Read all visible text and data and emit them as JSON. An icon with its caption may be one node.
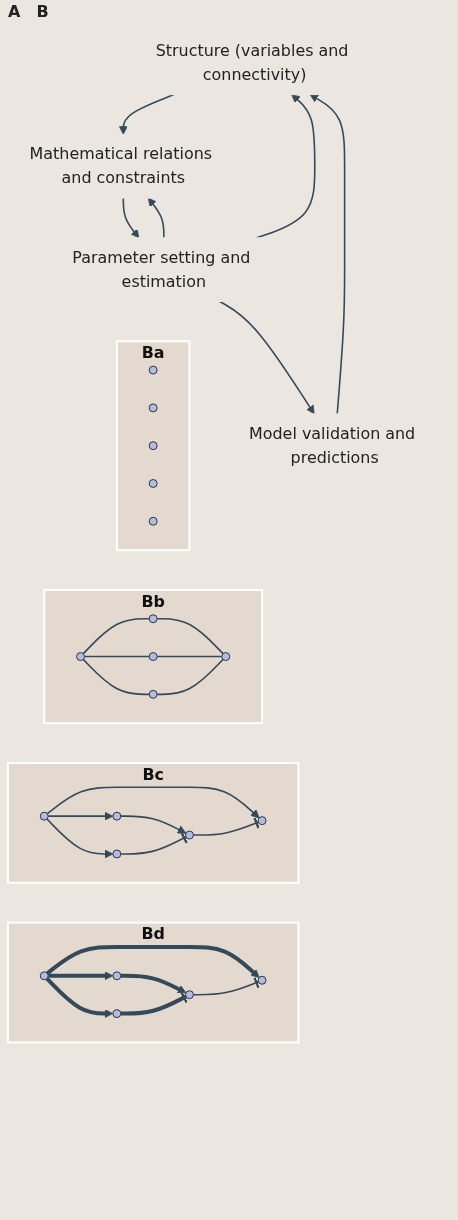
{
  "diagram": {
    "nodes": [
      {
        "text": [
          "Structure (variables and connectivity)"
        ]
      },
      {
        "text": [
          "Mathematical relations and constraints"
        ]
      },
      {
        "text": [
          "Model validation and predictions"
        ]
      },
      {
        "text": [
          "Parameter setting and estimation"
        ]
      },
      {
        "text": [
          "Ba"
        ]
      },
      {
        "text": [],
        "shape": "circle",
        "in": 4
      },
      {
        "text": [],
        "shape": "circle",
        "in": 4
      },
      {
        "text": [],
        "shape": "circle",
        "in": 4
      },
      {
        "text": [],
        "shape": "circle",
        "in": 4
      },
      {
        "text": [],
        "shape": "circle",
        "in": 4
      },
      {
        "text": [
          "Bb"
        ]
      },
      {
        "text": [],
        "shape": "circle",
        "in": 10
      },
      {
        "text": [],
        "shape": "circle",
        "in": 10
      },
      {
        "text": [],
        "shape": "circle",
        "in": 10
      },
      {
        "text": [],
        "shape": "circle",
        "in": 10
      },
      {
        "text": [],
        "shape": "circle",
        "in": 10
      },
      {
        "text": [
          "Bc"
        ]
      },
      {
        "text": [],
        "shape": "circle",
        "in": 16
      },
      {
        "text": [],
        "shape": "circle",
        "in": 16
      },
      {
        "text": [],
        "shape": "circle",
        "in": 16
      },
      {
        "text": [],
        "shape": "circle",
        "in": 16
      },
      {
        "text": [],
        "shape": "circle",
        "in": 16
      },
      {
        "text": [
          "Bd"
        ]
      },
      {
        "text": [],
        "shape": "circle",
        "in": 22
      },
      {
        "text": [],
        "shape": "circle",
        "in": 22
      },
      {
        "text": [],
        "shape": "circle",
        "in": 22
      },
      {
        "text": [],
        "shape": "circle",
        "in": 22
      },
      {
        "text": [],
        "shape": "circle",
        "in": 22
      }
    ],
    "edges": [
      {
        "from": 0,
        "to": 1,
        "arrow": "to"
      },
      {
        "from": 1,
        "to": 3,
        "arrow": "to"
      },
      {
        "from": 3,
        "to": 1,
        "arrow": "to"
      },
      {
        "from": 3,
        "to": 0,
        "arrow": "to"
      },
      {
        "from": 3,
        "to": 2,
        "arrow": "to"
      },
      {
        "from": 2,
        "to": 0,
        "arrow": "to"
      },
      {
        "from": 12,
        "to": 11,
        "arrow": "none"
      },
      {
        "from": 11,
        "to": 14,
        "arrow": "none"
      },
      {
        "from": 12,
        "to": 13,
        "arrow": "none"
      },
      {
        "from": 13,
        "to": 14,
        "arrow": "none"
      },
      {
        "from": 12,
        "to": 15,
        "arrow": "none"
      },
      {
        "from": 15,
        "to": 14,
        "arrow": "none"
      },
      {
        "from": 18,
        "to": 17,
        "arrow": "to"
      },
      {
        "from": 17,
        "to": 20,
        "arrow": "to"
      },
      {
        "from": 18,
        "to": 19,
        "arrow": "to"
      },
      {
        "from": 20,
        "to": 19,
        "arrow": "other"
      },
      {
        "from": 18,
        "to": 21,
        "arrow": "to"
      },
      {
        "from": 21,
        "to": 20,
        "arrow": "other"
      },
      {
        "from": 24,
        "to": 23,
        "arrow": "to",
        "style": "thick"
      },
      {
        "from": 23,
        "to": 26,
        "arrow": "to",
        "style": "thick"
      },
      {
        "from": 24,
        "to": 25,
        "arrow": "to",
        "style": "thick"
      },
      {
        "from": 26,
        "to": 25,
        "arrow": "other"
      },
      {
        "from": 24,
        "to": 27,
        "arrow": "to",
        "style": "thick"
      },
      {
        "from": 27,
        "to": 26,
        "arrow": "other",
        "style": "thick"
      }
    ],
    "labels": [
      "A",
      "B"
    ]
  }
}
